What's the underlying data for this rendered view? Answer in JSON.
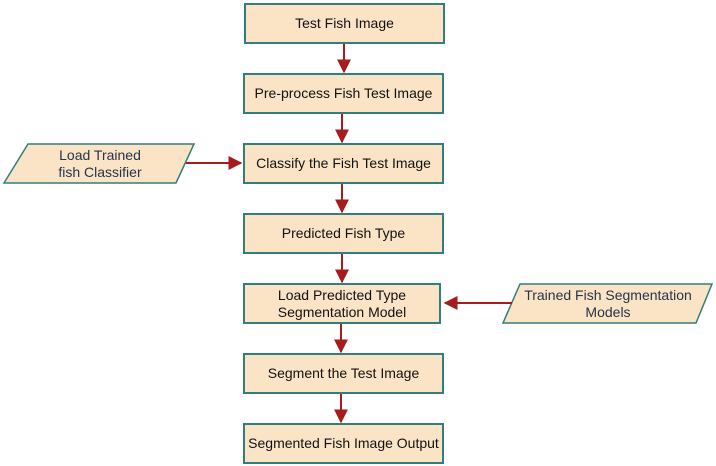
{
  "colors": {
    "box_fill": "#fbe4c6",
    "box_border": "#2f7f7f",
    "arrow": "#a61c1c"
  },
  "steps": [
    {
      "label": "Test Fish Image"
    },
    {
      "label": "Pre-process Fish Test Image"
    },
    {
      "label": "Classify the Fish Test Image"
    },
    {
      "label": "Predicted Fish Type"
    },
    {
      "label": "Load Predicted  Type\nSegmentation Model"
    },
    {
      "label": "Segment the Test Image"
    },
    {
      "label": "Segmented Fish Image Output"
    }
  ],
  "inputs": [
    {
      "label": "Load Trained\nfish Classifier"
    },
    {
      "label": "Trained Fish Segmentation\nModels"
    }
  ]
}
